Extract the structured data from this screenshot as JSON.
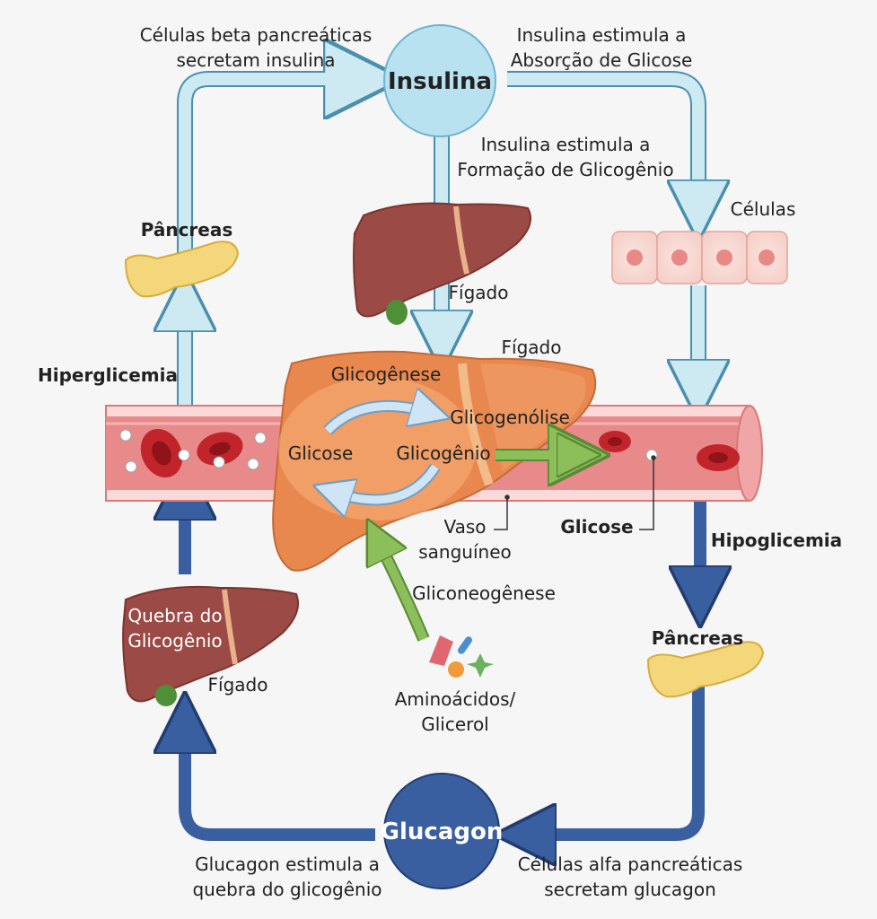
{
  "insulin": {
    "label": "Insulina",
    "beta_cells_1": "Células beta pancreáticas",
    "beta_cells_2": "secretam insulina",
    "glucose_uptake_1": "Insulina estimula a",
    "glucose_uptake_2": "Absorção de Glicose",
    "glycogen_formation_1": "Insulina estimula a",
    "glycogen_formation_2": "Formação de Glicogênio"
  },
  "glucagon": {
    "label": "Glucagon",
    "alpha_cells_1": "Células alfa pancreáticas",
    "alpha_cells_2": "secretam glucagon",
    "breakdown_1": "Glucagon estimula a",
    "breakdown_2": "quebra do glicogênio"
  },
  "left": {
    "pancreas": "Pâncreas",
    "hyperglycemia": "Hiperglicemia",
    "liver_breakdown_1": "Quebra do",
    "liver_breakdown_2": "Glicogênio",
    "liver": "Fígado"
  },
  "right": {
    "cells": "Células",
    "hypoglycemia": "Hipoglicemia",
    "pancreas": "Pâncreas",
    "glucose": "Glicose"
  },
  "center": {
    "liver_top": "Fígado",
    "liver_main": "Fígado",
    "glycogenesis": "Glicogênese",
    "glycogenolysis": "Glicogenólise",
    "glucose": "Glicose",
    "glycogen": "Glicogênio",
    "vessel_1": "Vaso",
    "vessel_2": "sanguíneo",
    "gluconeogenesis": "Gliconeogênese",
    "amino_1": "Aminoácidos/",
    "amino_2": "Glicerol"
  },
  "colors": {
    "insulin_arrow": "#a9d6e6",
    "glucagon_arrow": "#3a5fa0",
    "green_arrow": "#8cbf5a",
    "liver_orange": "#e8884e",
    "liver_brown": "#9b4a46",
    "vessel": "#e88a8a",
    "pancreas": "#f4d77a"
  }
}
